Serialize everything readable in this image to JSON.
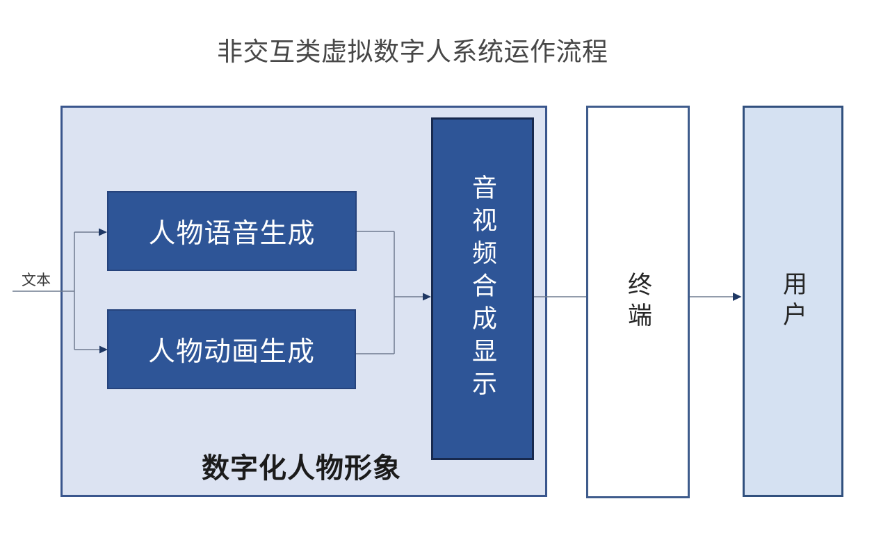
{
  "title": "非交互类虚拟数字人系统运作流程",
  "diagram": {
    "input_label": "文本",
    "container_label": "数字化人物形象",
    "nodes": {
      "voice": "人物语音生成",
      "animation": "人物动画生成",
      "av_synthesis": "音视频合成显示",
      "terminal": "终端",
      "user": "用户"
    },
    "edges": [
      {
        "from": "文本",
        "to": "人物语音生成"
      },
      {
        "from": "文本",
        "to": "人物动画生成"
      },
      {
        "from": "人物语音生成",
        "to": "音视频合成显示"
      },
      {
        "from": "人物动画生成",
        "to": "音视频合成显示"
      },
      {
        "from": "音视频合成显示",
        "to": "终端"
      },
      {
        "from": "终端",
        "to": "用户"
      }
    ],
    "colors": {
      "node_fill": "#2E5597",
      "node_border": "#26437C",
      "av_border": "#17294E",
      "container_fill": "#DCE3F2",
      "container_border": "#3A568D",
      "terminal_fill": "#FFFFFF",
      "terminal_border": "#3F5C8C",
      "user_fill": "#D5E1F2",
      "user_border": "#31507E",
      "line": "#6E7B8F",
      "arrowhead": "#1F3864"
    }
  }
}
